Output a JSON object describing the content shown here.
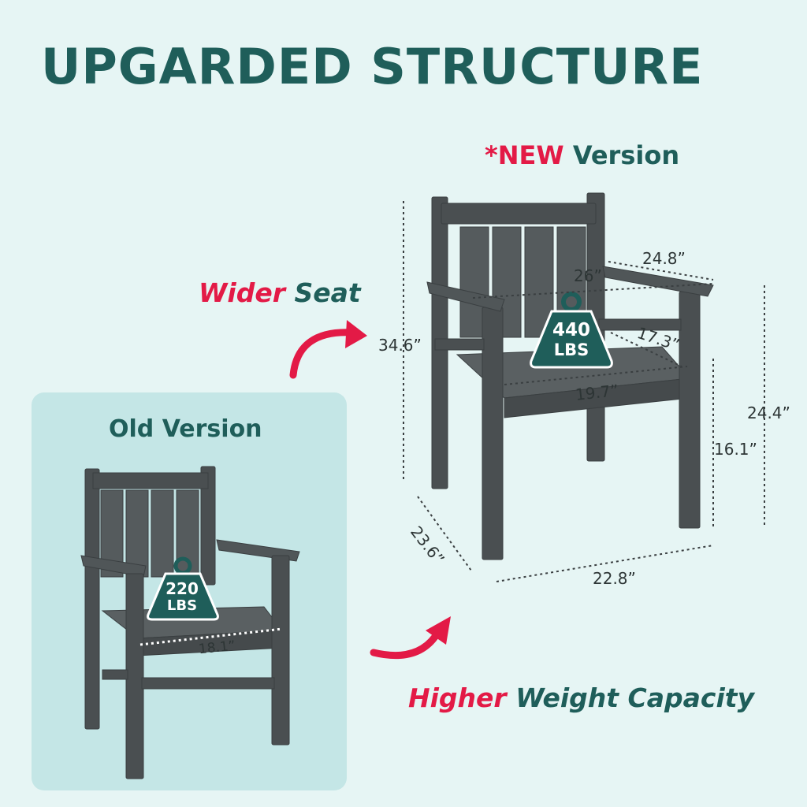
{
  "heading": "UPGARDED STRUCTURE",
  "new_version": {
    "prefix": "*NEW",
    "suffix": " Version"
  },
  "old_version_label": "Old Version",
  "callouts": {
    "wider_seat": {
      "highlight": "Wider",
      "rest": " Seat"
    },
    "higher_capacity": {
      "highlight": "Higher",
      "rest": " Weight Capacity"
    }
  },
  "new_chair": {
    "capacity_value": "440",
    "capacity_unit": "LBS",
    "dimensions": {
      "total_height": "34.6”",
      "arm_width": "24.8”",
      "seat_width_diag": "26”",
      "seat_depth": "17.3”",
      "seat_width": "19.7”",
      "arm_height": "24.4”",
      "seat_height": "16.1”",
      "depth": "23.6”",
      "width": "22.8”"
    }
  },
  "old_chair": {
    "capacity_value": "220",
    "capacity_unit": "LBS",
    "seat_width": "18.1”"
  },
  "colors": {
    "background": "#e6f5f4",
    "panel": "#c4e6e6",
    "heading": "#1f5e5a",
    "accent_red": "#e31a46",
    "chair_gray": "#4a4f51",
    "badge": "#1f5e5a"
  }
}
